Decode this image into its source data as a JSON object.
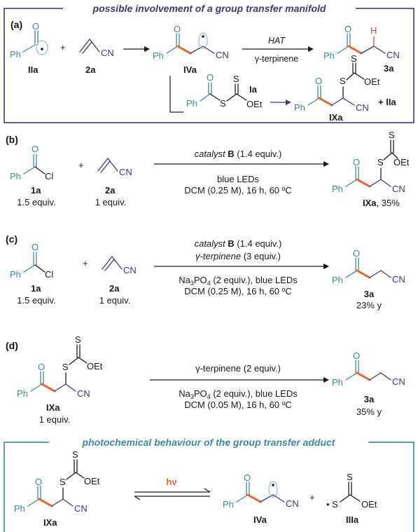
{
  "panel_a": {
    "header": "possible involvement of a group transfer manifold",
    "letter": "(a)",
    "ph": "Ph",
    "o": "O",
    "plus": "+",
    "cn": "CN",
    "s": "S",
    "oet": "OEt",
    "h": "H",
    "IIa": "IIa",
    "2a": "2a",
    "IVa": "IVa",
    "3a": "3a",
    "Ia": "Ia",
    "IXa": "IXa",
    "plus_IIa": "+ IIa",
    "hat": "HAT",
    "terpinene": "γ-terpinene"
  },
  "panel_b": {
    "letter": "(b)",
    "cl": "Cl",
    "1a": "1a",
    "1a_equiv": "1.5 equiv.",
    "2a": "2a",
    "2a_equiv": "1 equiv.",
    "catalyst_prefix": "catalyst",
    "catalyst_B": "B",
    "catalyst_amount": "(1.4 equiv.)",
    "cond_1": "blue LEDs",
    "cond_2": "DCM (0.25 M), 16 h, 60 ºC",
    "product": "IXa",
    "yield": ", 35%"
  },
  "panel_c": {
    "letter": "(c)",
    "catalyst_prefix": "catalyst",
    "catalyst_B": "B",
    "catalyst_amount": "(1.4 equiv.)",
    "terp": "γ-terpinene",
    "terp_amount": "(3 equiv.)",
    "cond_1a": "Na",
    "cond_1b": "3",
    "cond_1c": "PO",
    "cond_1d": "4",
    "cond_1e": " (2 equiv.), blue LEDs",
    "cond_2": "DCM (0.25 M), 16 h, 60 ºC",
    "1a": "1a",
    "1a_equiv": "1.5 equiv.",
    "2a": "2a",
    "2a_equiv": "1 equiv.",
    "product": "3a",
    "yield": "23% y"
  },
  "panel_d": {
    "letter": "(d)",
    "cond_top": "γ-terpinene (2 equiv.)",
    "cond_1a": "Na",
    "cond_1b": "3",
    "cond_1c": "PO",
    "cond_1d": "4",
    "cond_1e": " (2 equiv.), blue LEDs",
    "cond_2": "DCM (0.05 M), 16 h, 60 ºC",
    "reactant": "IXa",
    "reactant_equiv": "1 equiv.",
    "product": "3a",
    "yield": "35% y"
  },
  "panel_e": {
    "header": "photochemical behaviour of the group transfer adduct",
    "hv": "hν",
    "IXa": "IXa",
    "IVa": "IVa",
    "IIIa": "IIIa",
    "plus": "+",
    "dot_s": "• S"
  },
  "colors": {
    "navy": "#3b3a78",
    "teal": "#3a8c99",
    "orange": "#e8652b",
    "red": "#d44a3a"
  }
}
